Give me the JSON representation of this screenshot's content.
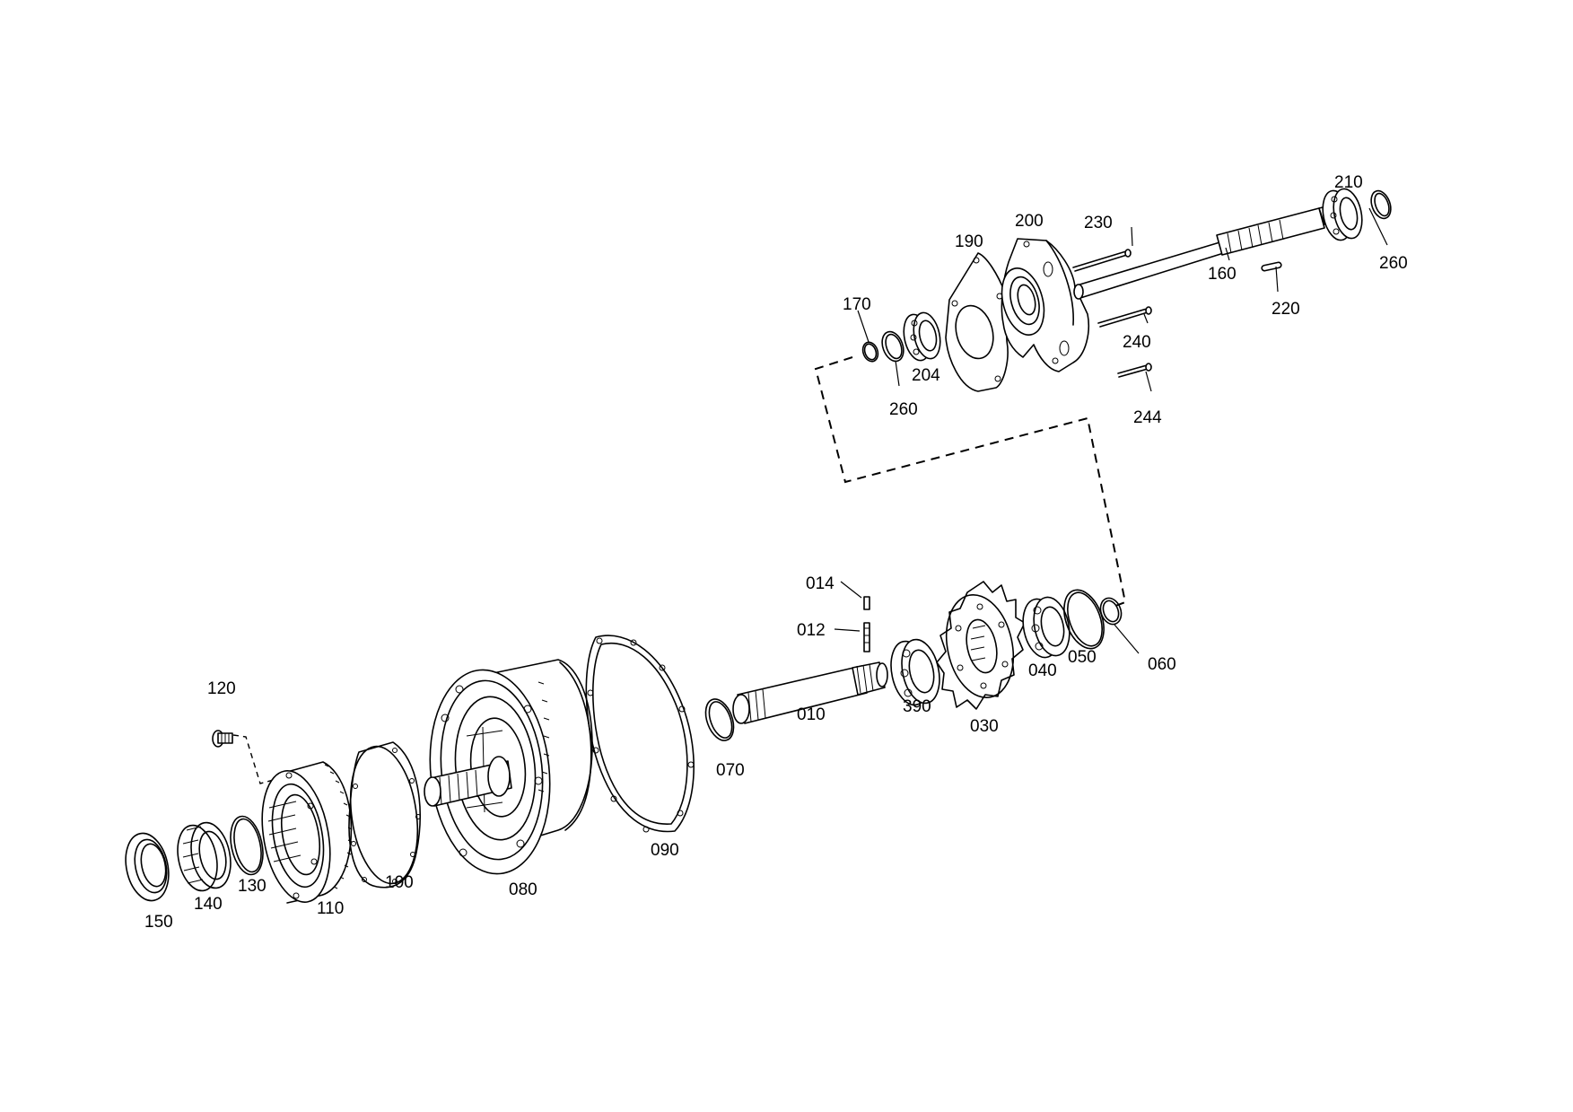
{
  "labels": {
    "p010": "010",
    "p012": "012",
    "p014": "014",
    "p030": "030",
    "p040": "040",
    "p050": "050",
    "p060": "060",
    "p070": "070",
    "p080": "080",
    "p090": "090",
    "p100": "100",
    "p110": "110",
    "p120": "120",
    "p130": "130",
    "p140": "140",
    "p150": "150",
    "p160": "160",
    "p170": "170",
    "p190": "190",
    "p200": "200",
    "p204": "204",
    "p210": "210",
    "p220": "220",
    "p230": "230",
    "p240": "240",
    "p244": "244",
    "p260a": "260",
    "p260b": "260",
    "p390": "390"
  }
}
